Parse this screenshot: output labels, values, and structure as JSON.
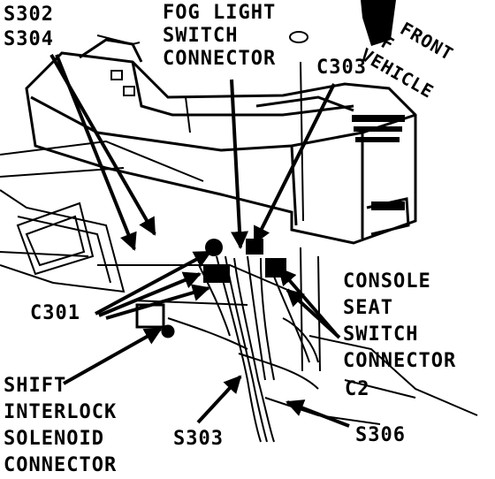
{
  "labels": {
    "s302": "S302",
    "s304": "S304",
    "fog_light": [
      "FOG LIGHT",
      "SWITCH",
      "CONNECTOR"
    ],
    "c303": "C303",
    "front_of_vehicle": [
      "FRONT",
      "OF",
      "VEHICLE"
    ],
    "c301": "C301",
    "console_seat": [
      "CONSOLE",
      "SEAT",
      "SWITCH",
      "CONNECTOR"
    ],
    "c2": "C2",
    "shift_interlock": [
      "SHIFT",
      "INTERLOCK",
      "SOLENOID",
      "CONNECTOR"
    ],
    "s303": "S303",
    "s306": "S306"
  }
}
